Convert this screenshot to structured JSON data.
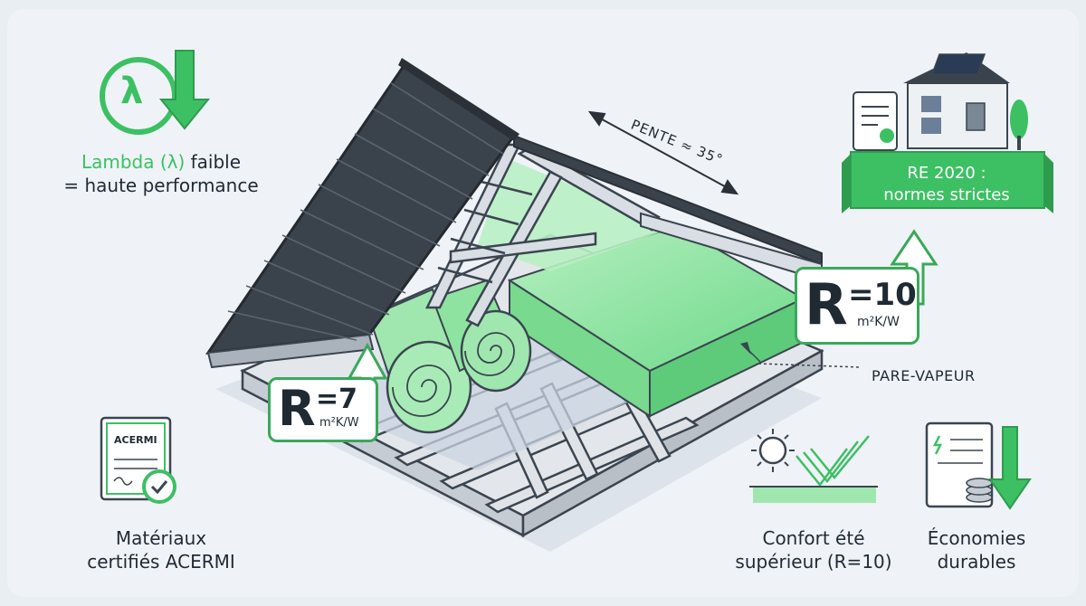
{
  "lambda": {
    "icon": "λ",
    "highlight": "Lambda (λ)",
    "line1_rest": " faible",
    "line2": "= haute performance"
  },
  "re2020": {
    "line1": "RE 2020 :",
    "line2": "normes strictes"
  },
  "pente": "PENTE ≈ 35°",
  "pare_vapeur": "PARE-VAPEUR",
  "r7": {
    "letter": "R",
    "value": "=7",
    "unit": "m²K/W"
  },
  "r10": {
    "letter": "R",
    "value": "=10",
    "unit": "m²K/W"
  },
  "acermi": {
    "badge": "ACERMI",
    "line1": "Matériaux",
    "line2": "certifiés ACERMI"
  },
  "confort": {
    "line1": "Confort été",
    "line2": "supérieur (R=10)"
  },
  "economies": {
    "line1": "Économies",
    "line2": "durables"
  },
  "colors": {
    "accent": "#3cc063",
    "dark": "#1f2a33",
    "roof": "#3a434c",
    "insulation": "#8fe3a0"
  }
}
